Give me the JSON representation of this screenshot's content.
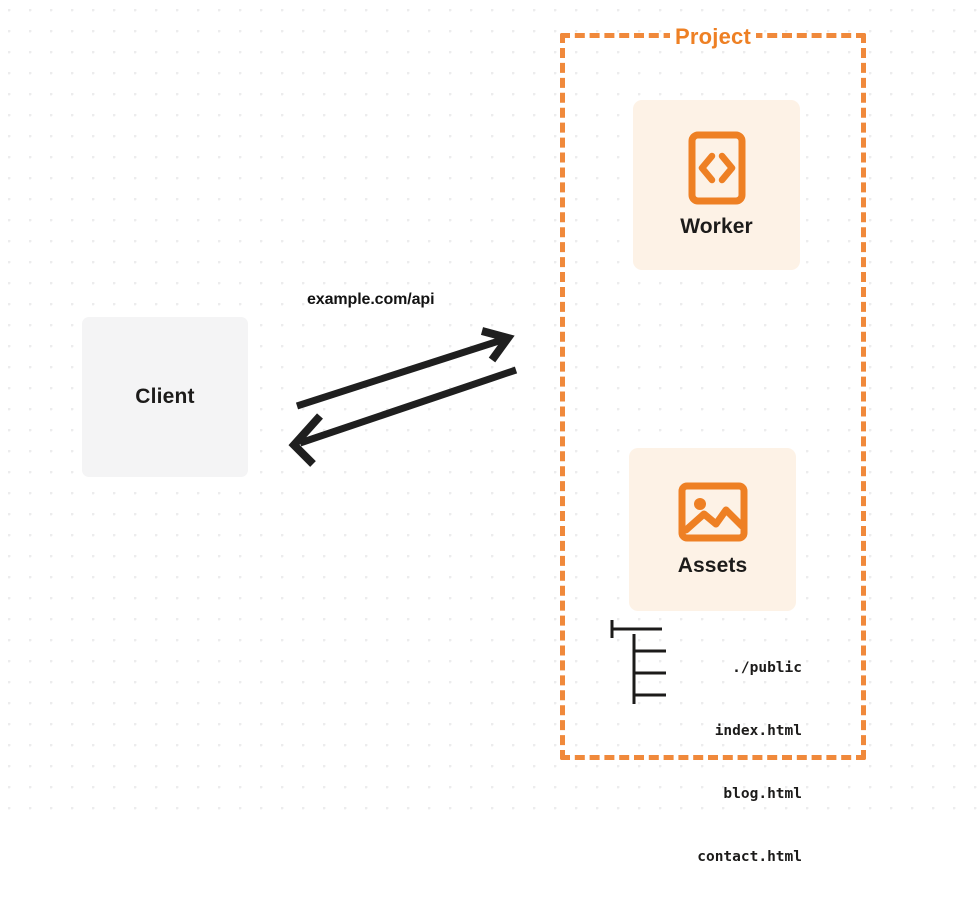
{
  "diagram": {
    "type": "architecture-diagram",
    "background": {
      "style": "dot-grid",
      "dot_color": "#ececed",
      "page_color": "#ffffff"
    },
    "colors": {
      "accent_orange": "#ee8024",
      "card_background": "#fdf2e6",
      "client_background": "#f4f4f5",
      "text_dark": "#1c1b1a",
      "arrow_color": "#1f1f1f"
    },
    "client": {
      "label": "Client",
      "shape": "rounded-rectangle"
    },
    "connection": {
      "label": "example.com/api",
      "direction": "bidirectional",
      "arrows": [
        {
          "name": "request-arrow",
          "from": "client",
          "to": "project",
          "points": "up-right"
        },
        {
          "name": "response-arrow",
          "from": "project",
          "to": "client",
          "points": "down-left"
        }
      ]
    },
    "project": {
      "title": "Project",
      "border_style": "dashed",
      "services": [
        {
          "name": "worker",
          "label": "Worker",
          "icon": "code-file-icon",
          "icon_glyph": "<>"
        },
        {
          "name": "assets",
          "label": "Assets",
          "icon": "image-icon"
        }
      ],
      "file_tree": {
        "root_connector": "├──",
        "rows": [
          {
            "connector": "├──",
            "label": "./public",
            "depth": 0
          },
          {
            "connector": "│__",
            "label": "index.html",
            "depth": 1
          },
          {
            "connector": "│__",
            "label": "blog.html",
            "depth": 1
          },
          {
            "connector": "│__",
            "label": "contact.html",
            "depth": 1
          }
        ]
      }
    }
  }
}
